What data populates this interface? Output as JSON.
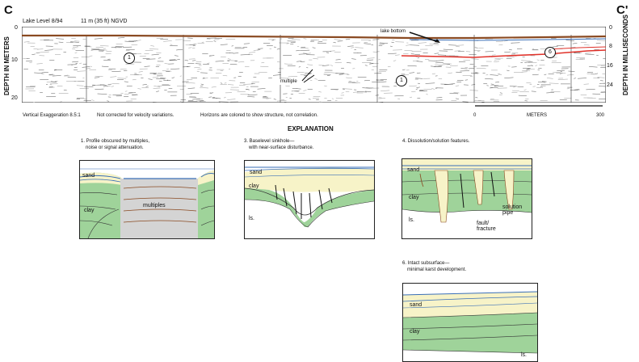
{
  "section": {
    "left_letter": "C",
    "right_letter": "C'"
  },
  "profile": {
    "lake_level": "Lake Level 8/94",
    "lake_value": "11 m (35 ft) NGVD",
    "lake_bottom": "lake bottom",
    "multiple": "multiple",
    "marker_1": "1",
    "marker_6": "6",
    "depth_m_label": "DEPTH IN METERS",
    "depth_ms_label": "DEPTH IN MILLISECONDS",
    "left_ticks": [
      "0",
      "10",
      "20"
    ],
    "right_ticks": [
      "0",
      "8",
      "16",
      "24"
    ],
    "scale_ticks": [
      "0",
      "300"
    ],
    "scale_label": "METERS",
    "caption_1": "Vertical Exaggeration 8.5:1",
    "caption_2": "Not corrected for velocity variations.",
    "caption_3": "Horizons are colored to show structure, not correlation."
  },
  "explanation": {
    "title": "EXPLANATION",
    "p1_title_1": "1. Profile obscured by multiples,",
    "p1_title_2": "noise or signal attenuation.",
    "p3_title_1": "3. Baselevel sinkhole—",
    "p3_title_2": "with near-surface disturbance.",
    "p4_title": "4. Dissolution/solution features.",
    "p6_title_1": "6. Intact subsurface—",
    "p6_title_2": "minimal karst development.",
    "sand": "sand",
    "clay": "clay",
    "ls": "ls.",
    "multiples": "multiples",
    "fault_1": "fault/",
    "fault_2": "fracture",
    "solution_1": "solution",
    "solution_2": "pipe"
  },
  "colors": {
    "sand": "#f7f3c8",
    "clay": "#9fd39a",
    "grey": "#d4d4d4",
    "blue": "#3a6fb7",
    "red": "#e0322a",
    "brown": "#8a4a22"
  }
}
